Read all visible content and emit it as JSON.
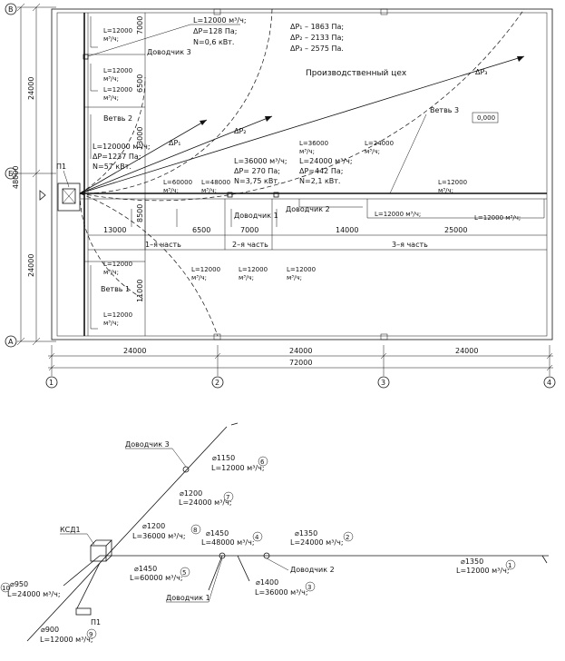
{
  "axes": {
    "rows": {
      "b": "В",
      "v": "Б",
      "a": "А"
    },
    "cols": {
      "c1": "1",
      "c2": "2",
      "c3": "3",
      "c4": "4"
    },
    "dims_bottom": {
      "d1": "24000",
      "d2": "24000",
      "d3": "24000",
      "total": "72000"
    },
    "dims_left": {
      "top": "24000",
      "bottom": "24000",
      "total": "48000"
    }
  },
  "plan": {
    "room_title": "Производственный цех",
    "pressure_list": [
      "ΔP₁ – 1863 Па;",
      "ΔP₂ – 2133 Па;",
      "ΔP₃ – 2575 Па."
    ],
    "radius_labels": {
      "p1": "ΔP₁",
      "p2": "ΔP₂",
      "p3": "ΔP₃"
    },
    "unit_label": "П1",
    "value_box": "0,000",
    "dovodchik3": {
      "name": "Доводчик 3",
      "info": [
        "L=12000 м³/ч;",
        "ΔP=128 Па;",
        "N=0,6 кВт."
      ]
    },
    "dovodchik1": {
      "name": "Доводчик 1",
      "info": [
        "L=36000 м³/ч;",
        "ΔP= 270 Па;",
        "N=3,75 кВт."
      ]
    },
    "dovodchik2": {
      "name": "Доводчик 2",
      "info": [
        "L=24000 м³/ч;",
        "ΔP=442 Па;",
        "N=2,1 кВт."
      ]
    },
    "main_unit_info": [
      "L=120000 м³/ч;",
      "ΔP=1237 Па;",
      "N=57 кВт."
    ],
    "branches": {
      "b1": "Ветвь 1",
      "b2": "Ветвь 2",
      "b3": "Ветвь 3"
    },
    "flows": {
      "f_left1": [
        "L=12000",
        "м³/ч;"
      ],
      "f_left2": [
        "L=12000",
        "м³/ч;"
      ],
      "f_left3": [
        "L=12000",
        "м³/ч;"
      ],
      "f_left4": [
        "L=12000",
        "м³/ч;"
      ],
      "f_left5": [
        "L=12000",
        "м³/ч;"
      ],
      "f_60000": [
        "L=60000",
        "м³/ч;"
      ],
      "f_48000": [
        "L=48000",
        "м³/ч;"
      ],
      "f_36000": [
        "L=36000",
        "м³/ч;"
      ],
      "f_24000": [
        "L=24000",
        "м³/ч;"
      ],
      "f_r12000": [
        "L=12000",
        "м³/ч;"
      ],
      "f_low1": [
        "L=12000",
        "м³/ч;"
      ],
      "f_low2": [
        "L=12000",
        "м³/ч;"
      ],
      "f_low3": [
        "L=12000",
        "м³/ч;"
      ],
      "f_mid": "L=12000 м³/ч;",
      "f_end": "L=12000 м³/ч;"
    },
    "dims": {
      "h7000": "7000",
      "h6500": "6500",
      "h13000": "13000",
      "h8500": "8500",
      "h11000": "11000",
      "s13000": "13000",
      "s6500": "6500",
      "s7000": "7000",
      "s14000": "14000",
      "s25000": "25000"
    },
    "parts": {
      "p1": "1–я часть",
      "p2": "2–я часть",
      "p3": "3–я часть"
    }
  },
  "iso": {
    "ksd": "КСД1",
    "p1": "П1",
    "d3": "Доводчик 3",
    "d2": "Доводчик 2",
    "d1": "Доводчик 1",
    "segments": [
      {
        "d": "⌀1150",
        "l": "L=12000 м³/ч;",
        "n": "6"
      },
      {
        "d": "⌀1200",
        "l": "L=24000 м³/ч;",
        "n": "7"
      },
      {
        "d": "⌀1200",
        "l": "L=36000 м³/ч;",
        "n": "8"
      },
      {
        "d": "⌀1450",
        "l": "L=48000 м³/ч;",
        "n": "4"
      },
      {
        "d": "⌀1350",
        "l": "L=24000 м³/ч;",
        "n": "2"
      },
      {
        "d": "⌀1450",
        "l": "L=60000 м³/ч;",
        "n": "5"
      },
      {
        "d": "⌀1350",
        "l": "L=12000 м³/ч;",
        "n": "1"
      },
      {
        "d": "⌀1400",
        "l": "L=36000 м³/ч;",
        "n": "3"
      },
      {
        "d": "⌀950",
        "l": "L=24000 м³/ч;",
        "n": "10"
      },
      {
        "d": "⌀900",
        "l": "L=12000 м³/ч;",
        "n": "9"
      }
    ]
  }
}
